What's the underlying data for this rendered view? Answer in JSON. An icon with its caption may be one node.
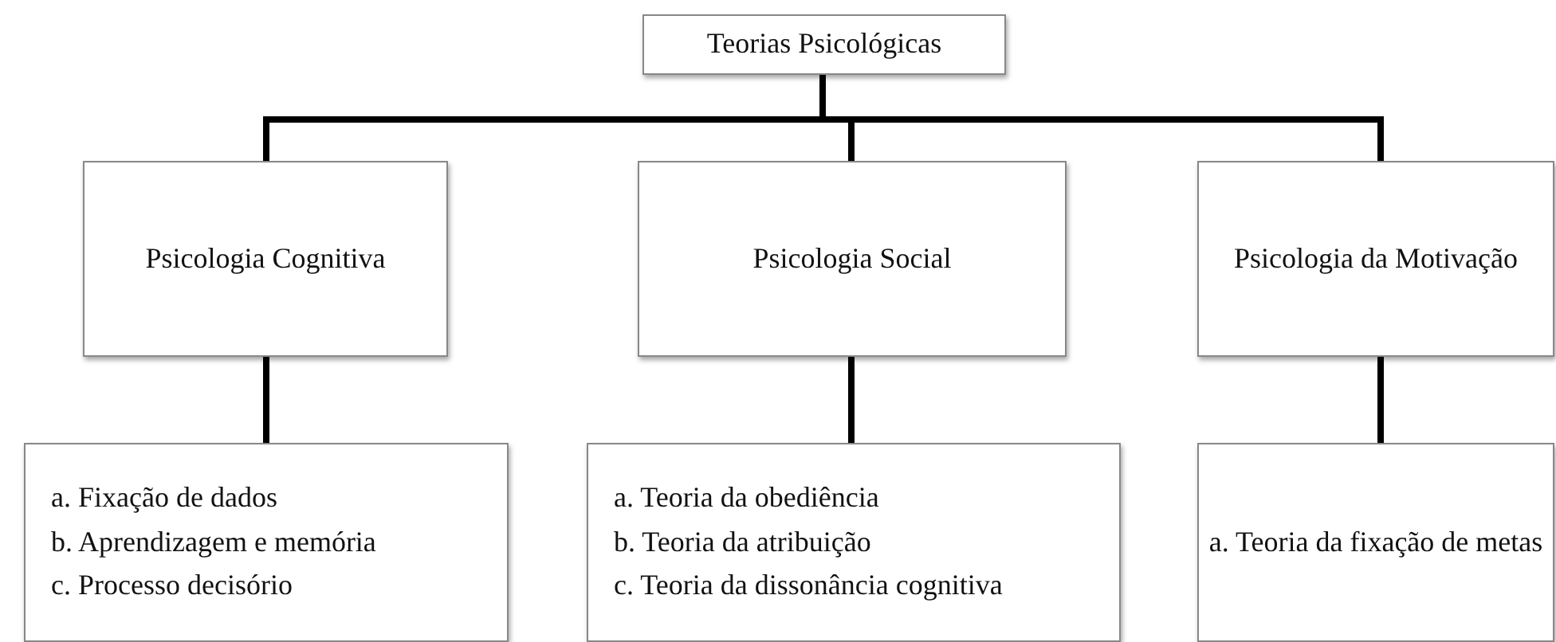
{
  "diagram": {
    "nodes": [
      {
        "text": [
          "Teorias Psicológicas"
        ]
      },
      {
        "text": [
          "Psicologia Cognitiva"
        ]
      },
      {
        "text": [
          "Psicologia Social"
        ]
      },
      {
        "text": [
          "Psicologia da Motivação"
        ]
      },
      {
        "text": [
          "a. Fixação de dados",
          "b. Aprendizagem e memória",
          "c. Processo decisório"
        ]
      },
      {
        "text": [
          "a. Teoria da obediência",
          "b. Teoria da atribuição",
          "c. Teoria da dissonância cognitiva"
        ]
      },
      {
        "text": [
          "a. Teoria da fixação de metas"
        ]
      }
    ],
    "edges": [
      {
        "from": 0,
        "to": 1,
        "arrow": "none"
      },
      {
        "from": 0,
        "to": 2,
        "arrow": "none"
      },
      {
        "from": 0,
        "to": 3,
        "arrow": "none"
      },
      {
        "from": 1,
        "to": 4,
        "arrow": "none"
      },
      {
        "from": 2,
        "to": 5,
        "arrow": "none"
      },
      {
        "from": 3,
        "to": 6,
        "arrow": "none"
      }
    ]
  }
}
